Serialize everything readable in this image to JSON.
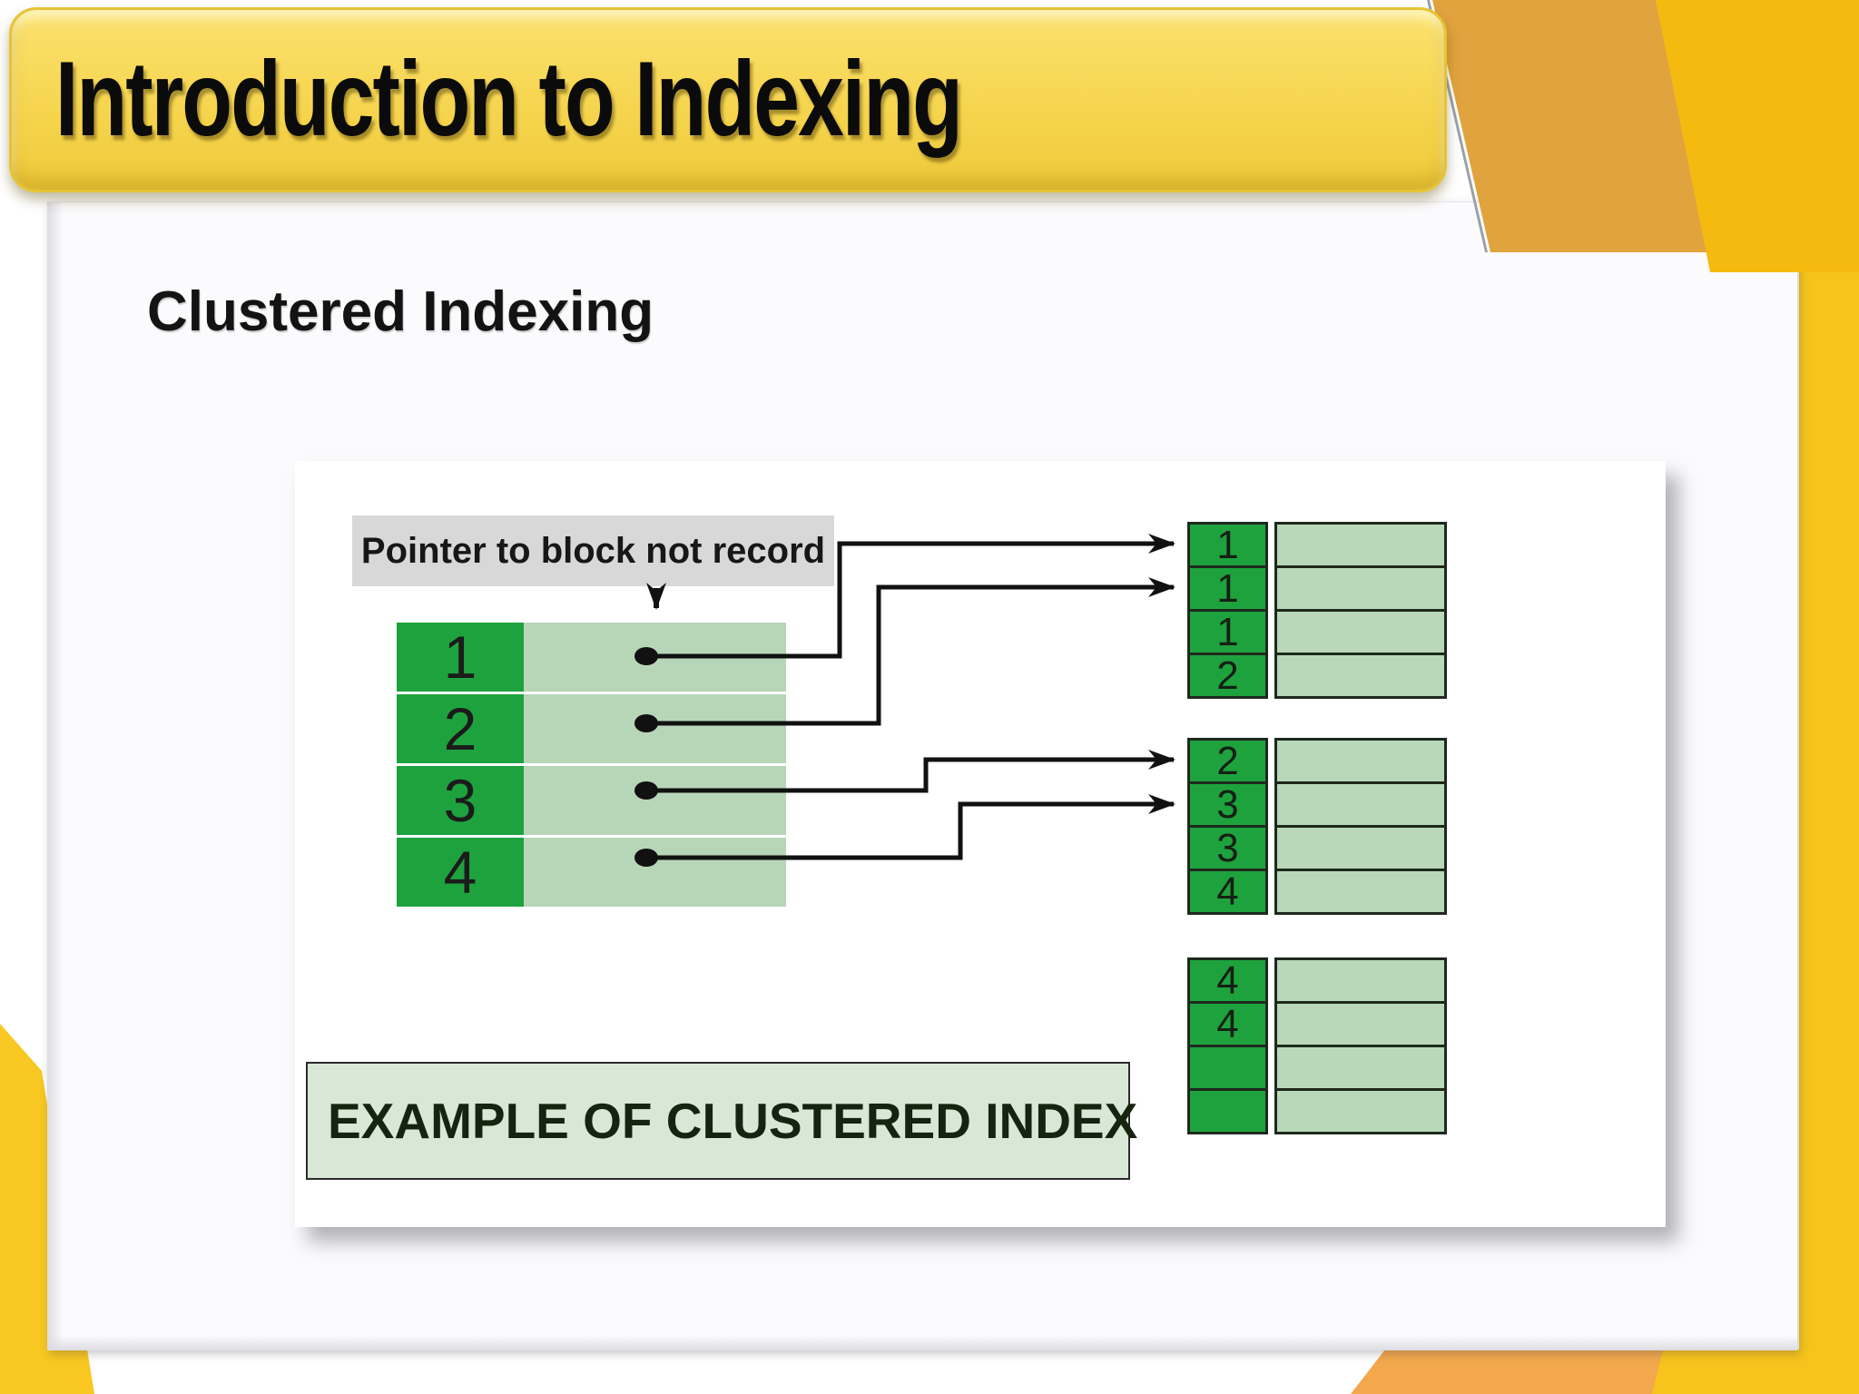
{
  "slide": {
    "title": "Introduction to Indexing",
    "heading": "Clustered Indexing"
  },
  "diagram": {
    "pointer_label": "Pointer to block not record",
    "caption": "EXAMPLE OF CLUSTERED INDEX",
    "index_table": {
      "keys": [
        "1",
        "2",
        "3",
        "4"
      ]
    },
    "block_tables": [
      {
        "keys": [
          "1",
          "1",
          "1",
          "2"
        ]
      },
      {
        "keys": [
          "2",
          "3",
          "3",
          "4"
        ]
      },
      {
        "keys": [
          "4",
          "4",
          "",
          ""
        ]
      }
    ]
  },
  "colors": {
    "key_green": "#1ea23e",
    "record_green_light": "#b7d6b8",
    "pointer_label_gray": "#d8d8d8",
    "caption_green": "#d9e8d6",
    "title_yellow": "#f6d54e",
    "accent_dark_orange": "#e1a33e",
    "accent_gold": "#f6c41d",
    "connector_black": "#111111"
  }
}
